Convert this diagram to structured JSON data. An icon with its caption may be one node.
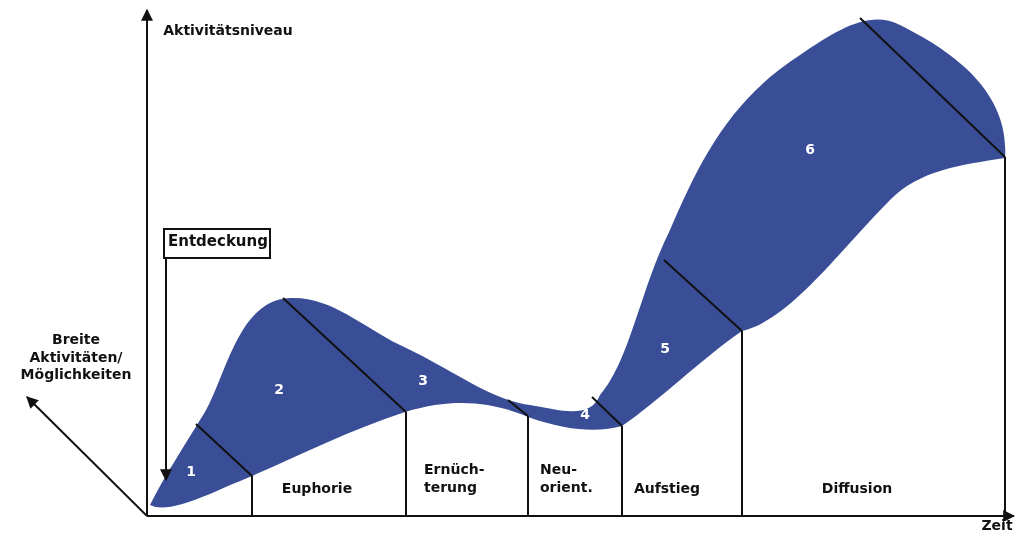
{
  "diagram": {
    "nodes": [
      {
        "text": [
          "Entdeckung"
        ]
      },
      {
        "text": [],
        "shape": "band"
      }
    ],
    "edges": [
      {
        "from": 0,
        "to": 1,
        "arrow": "to"
      }
    ],
    "labels": [
      "Aktivitätsniveau",
      "6",
      "Breite Aktivitäten/ Möglichkeiten",
      "2",
      "3",
      "5",
      "1",
      "4",
      "Euphorie",
      "Ernüch- terung",
      "Neu- orient.",
      "Aufstieg",
      "Diffusion",
      "Zeit"
    ]
  }
}
